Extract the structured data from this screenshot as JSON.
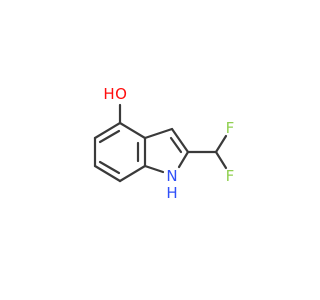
{
  "molecule": {
    "atoms": {
      "oxygen_label": "O",
      "hydroxyl_h_label": "H",
      "nitrogen_label": "N",
      "amine_h_label": "H",
      "fluorine_top_label": "F",
      "fluorine_bottom_label": "F"
    },
    "colors": {
      "bond": "#3a3a3a",
      "oxygen": "#ff0d0d",
      "hydrogen": "#3a3a3a",
      "nitrogen": "#3050f8",
      "fluorine": "#90d050"
    }
  }
}
